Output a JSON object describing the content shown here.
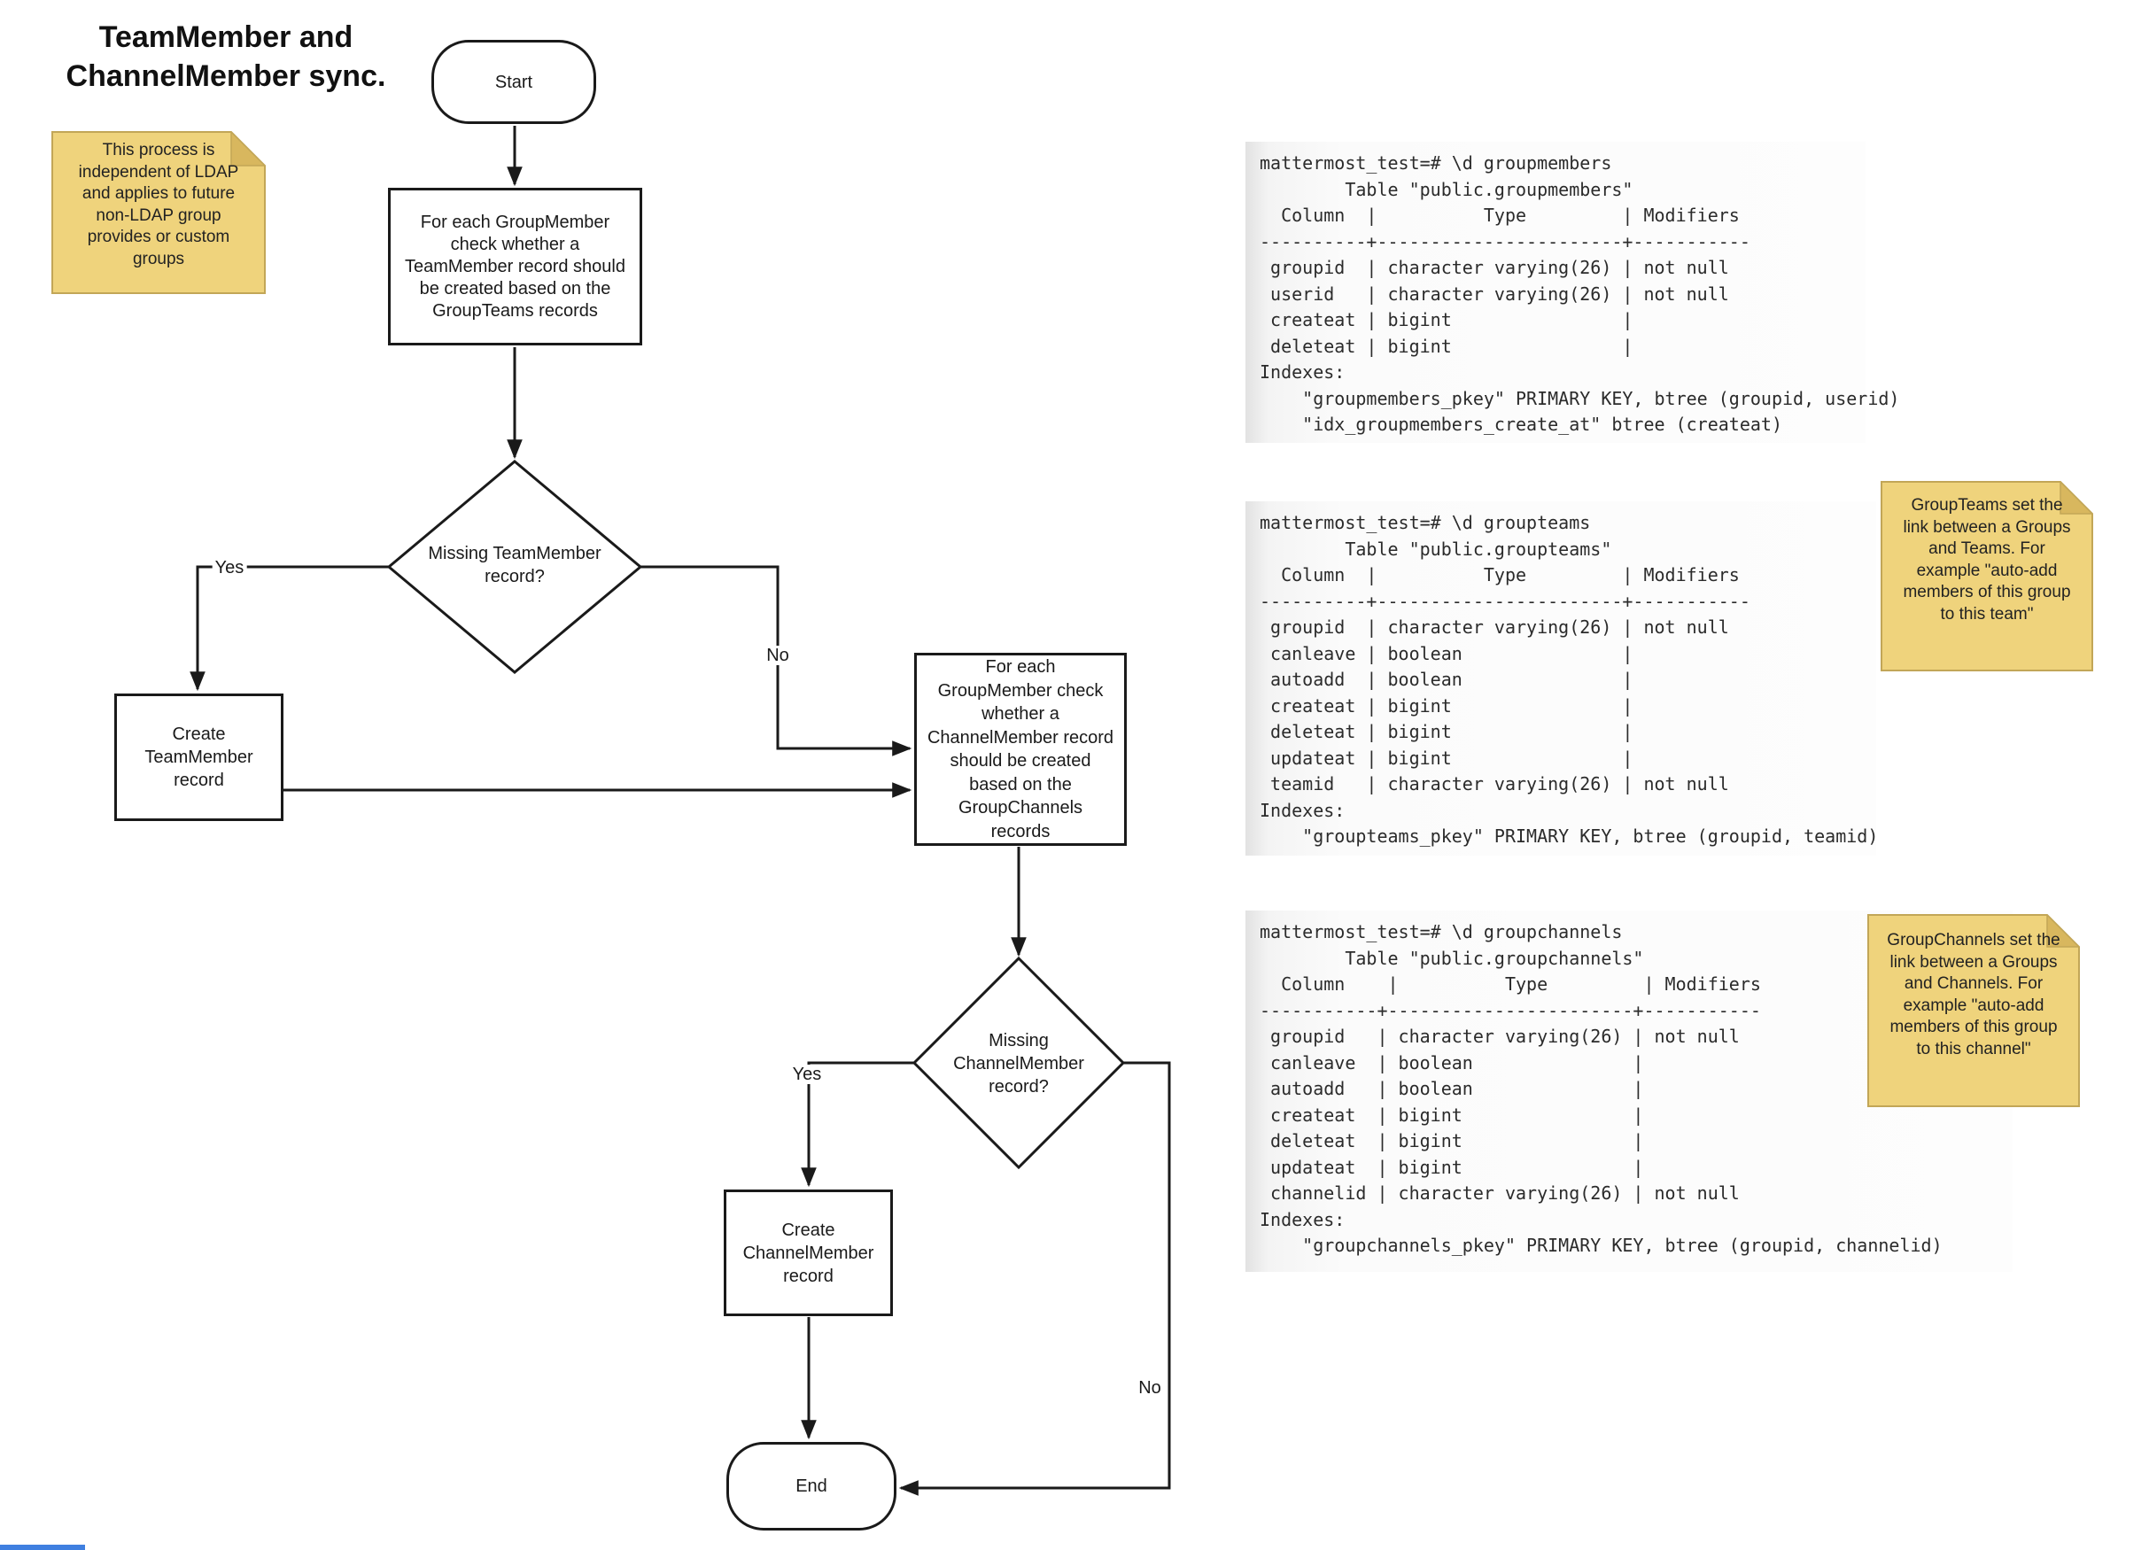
{
  "title": {
    "text": "TeamMember and\nChannelMember sync."
  },
  "notes": [
    {
      "text": "This process is\nindependent of LDAP\nand applies to future\nnon-LDAP group\nprovides or custom\ngroups"
    },
    {
      "text": "GroupTeams set the\nlink between a Groups\nand Teams. For\nexample \"auto-add\nmembers of this group\nto this team\""
    },
    {
      "text": "GroupChannels set the\nlink between a Groups\nand Channels. For\nexample \"auto-add\nmembers of this group\nto this channel\""
    }
  ],
  "flowchart": {
    "start_label": "Start",
    "process1": "For each GroupMember\ncheck whether a\nTeamMember record should\nbe created based on the\nGroupTeams records",
    "decision1": "Missing TeamMember\nrecord?",
    "create_team": "Create\nTeamMember\nrecord",
    "process2": "For each\nGroupMember check\nwhether a\nChannelMember record\nshould be created\nbased on the\nGroupChannels\nrecords",
    "decision2": "Missing\nChannelMember\nrecord?",
    "create_channel": "Create\nChannelMember\nrecord",
    "end_label": "End",
    "labels": {
      "yes1": "Yes",
      "no1": "No",
      "yes2": "Yes",
      "no2": "No"
    }
  },
  "terminals": [
    {
      "name": "groupmembers",
      "text": "mattermost_test=# \\d groupmembers\n        Table \"public.groupmembers\"\n  Column  |          Type         | Modifiers\n----------+-----------------------+-----------\n groupid  | character varying(26) | not null\n userid   | character varying(26) | not null\n createat | bigint                |\n deleteat | bigint                |\nIndexes:\n    \"groupmembers_pkey\" PRIMARY KEY, btree (groupid, userid)\n    \"idx_groupmembers_create_at\" btree (createat)"
    },
    {
      "name": "groupteams",
      "text": "mattermost_test=# \\d groupteams\n        Table \"public.groupteams\"\n  Column  |          Type         | Modifiers\n----------+-----------------------+-----------\n groupid  | character varying(26) | not null\n canleave | boolean               |\n autoadd  | boolean               |\n createat | bigint                |\n deleteat | bigint                |\n updateat | bigint                |\n teamid   | character varying(26) | not null\nIndexes:\n    \"groupteams_pkey\" PRIMARY KEY, btree (groupid, teamid)"
    },
    {
      "name": "groupchannels",
      "text": "mattermost_test=# \\d groupchannels\n        Table \"public.groupchannels\"\n  Column    |          Type         | Modifiers\n-----------+-----------------------+-----------\n groupid   | character varying(26) | not null\n canleave  | boolean               |\n autoadd   | boolean               |\n createat  | bigint                |\n deleteat  | bigint                |\n updateat  | bigint                |\n channelid | character varying(26) | not null\nIndexes:\n    \"groupchannels_pkey\" PRIMARY KEY, btree (groupid, channelid)"
    }
  ],
  "colors": {
    "note_fill": "#efd37c",
    "note_fold": "#d8b75e",
    "note_border": "#c2a657",
    "line": "#1a1a1a"
  }
}
